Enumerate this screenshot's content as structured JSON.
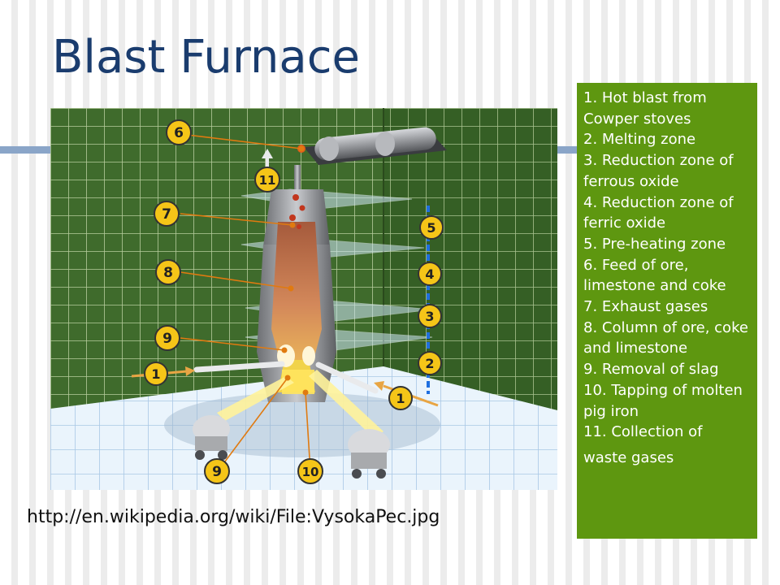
{
  "slide": {
    "title": "Blast Furnace",
    "source_url": "http://en.wikipedia.org/wiki/File:VysokaPec.jpg"
  },
  "legend": {
    "items": [
      "1. Hot blast from Cowper stoves",
      "2. Melting zone",
      "3. Reduction zone of ferrous oxide",
      "4. Reduction zone of ferric oxide",
      "5. Pre-heating zone",
      "6. Feed of ore, limestone and coke",
      "7. Exhaust gases",
      "8. Column of ore, coke and limestone",
      "9. Removal of slag",
      "10. Tapping of molten pig iron",
      "11. Collection of"
    ],
    "last_line": "waste gases"
  },
  "diagram": {
    "badges": {
      "b6": "6",
      "b11": "11",
      "b7": "7",
      "b8": "8",
      "b9a": "9",
      "b1a": "1",
      "b5": "5",
      "b4": "4",
      "b3": "3",
      "b2": "2",
      "b1b": "1",
      "b9b": "9",
      "b10": "10"
    }
  },
  "colors": {
    "title": "#1a3c6e",
    "legend_bg": "#5e9710",
    "badge_fill": "#f5c518",
    "wall_green": "#3f6b2c",
    "floor_blue": "#cfe3f7",
    "zone_pole": "#1f6fe0",
    "leader": "#e07a10"
  }
}
